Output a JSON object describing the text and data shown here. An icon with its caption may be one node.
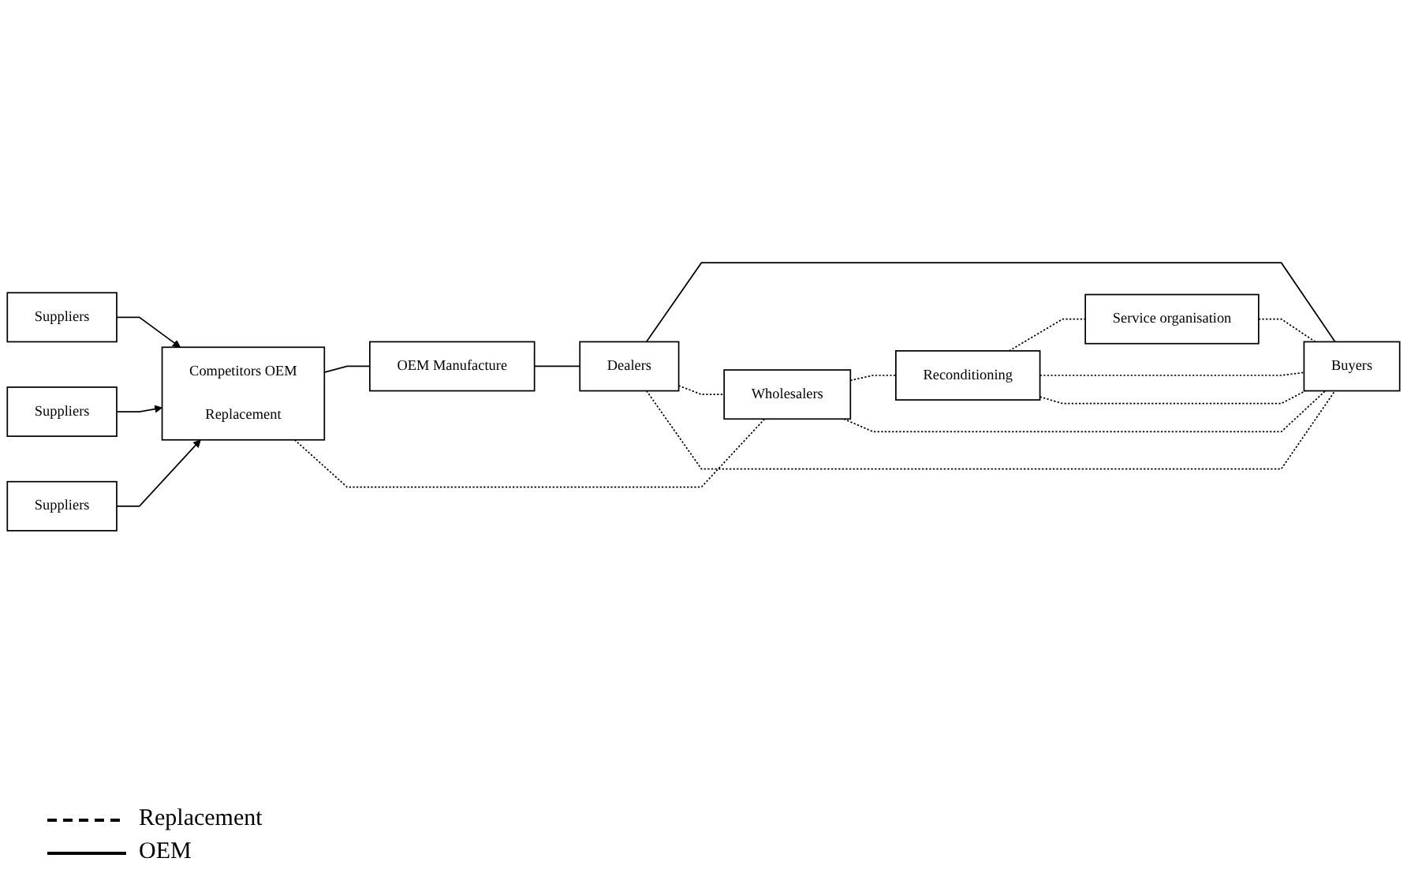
{
  "diagram": {
    "nodes": [
      {
        "text": [
          "Suppliers"
        ]
      },
      {
        "text": [
          "Suppliers"
        ]
      },
      {
        "text": [
          "Suppliers"
        ]
      },
      {
        "text": [
          "Competitors OEM",
          "Replacement"
        ]
      },
      {
        "text": [
          "OEM Manufacture"
        ]
      },
      {
        "text": [
          "Dealers"
        ]
      },
      {
        "text": [
          "Buyers"
        ]
      },
      {
        "text": [
          "Reconditioning"
        ]
      },
      {
        "text": [
          "Wholesalers"
        ]
      },
      {
        "text": [
          "Service organisation"
        ]
      }
    ],
    "edges": [
      {
        "from": 0,
        "to": 3,
        "arrow": "to"
      },
      {
        "from": 1,
        "to": 3,
        "arrow": "to"
      },
      {
        "from": 2,
        "to": 3,
        "arrow": "to"
      },
      {
        "from": 3,
        "to": 4,
        "arrow": "none"
      },
      {
        "from": 4,
        "to": 5,
        "arrow": "none"
      },
      {
        "from": 5,
        "to": 6,
        "arrow": "none"
      },
      {
        "from": 3,
        "to": 8,
        "arrow": "none",
        "style": "dashed"
      },
      {
        "from": 5,
        "to": 8,
        "arrow": "none",
        "style": "dashed"
      },
      {
        "from": 5,
        "to": 6,
        "arrow": "none",
        "style": "dashed"
      },
      {
        "from": 7,
        "to": 9,
        "arrow": "none",
        "style": "dashed"
      },
      {
        "from": 7,
        "to": 6,
        "arrow": "none",
        "style": "dashed"
      },
      {
        "from": 8,
        "to": 7,
        "arrow": "none",
        "style": "dashed"
      },
      {
        "from": 8,
        "to": 6,
        "arrow": "none",
        "style": "dashed"
      },
      {
        "from": 9,
        "to": 6,
        "arrow": "none",
        "style": "dashed"
      },
      {
        "from": 7,
        "to": 6,
        "arrow": "none",
        "style": "dashed"
      }
    ],
    "legend": [
      {
        "text": "Replacement"
      },
      {
        "text": "OEM"
      }
    ]
  }
}
